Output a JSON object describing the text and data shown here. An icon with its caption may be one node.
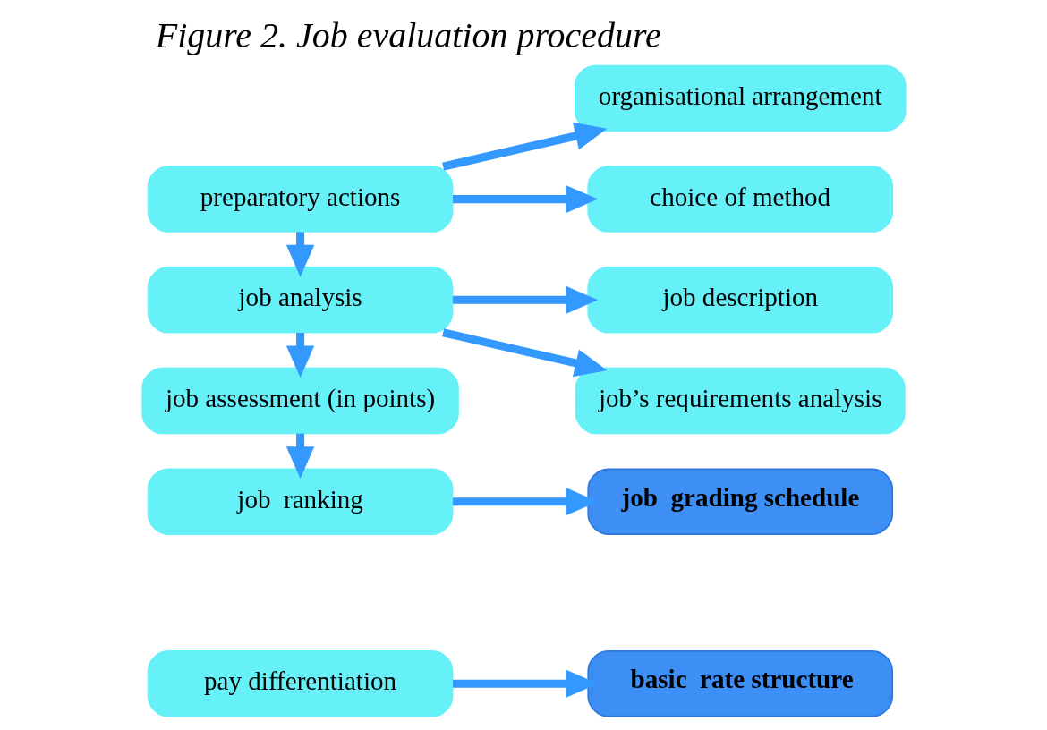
{
  "diagram": {
    "title": "Figure 2. Job evaluation procedure",
    "nodes": [
      {
        "text": [
          "preparatory actions"
        ]
      },
      {
        "text": [
          "organisational arrangement"
        ]
      },
      {
        "text": [
          "choice of method"
        ]
      },
      {
        "text": [
          "job analysis"
        ]
      },
      {
        "text": [
          "job description"
        ]
      },
      {
        "text": [
          "job’s requirements analysis"
        ]
      },
      {
        "text": [
          "job assessment (in points)"
        ]
      },
      {
        "text": [
          "job  ranking"
        ]
      },
      {
        "text": [
          "job  grading schedule"
        ]
      },
      {
        "text": [
          "pay differentiation"
        ]
      },
      {
        "text": [
          "basic  rate structure"
        ]
      }
    ],
    "edges": [
      {
        "from": 0,
        "to": 1,
        "arrow": "to"
      },
      {
        "from": 0,
        "to": 2,
        "arrow": "to"
      },
      {
        "from": 0,
        "to": 3,
        "arrow": "to"
      },
      {
        "from": 3,
        "to": 4,
        "arrow": "to"
      },
      {
        "from": 3,
        "to": 5,
        "arrow": "to"
      },
      {
        "from": 3,
        "to": 6,
        "arrow": "to"
      },
      {
        "from": 6,
        "to": 7,
        "arrow": "to"
      },
      {
        "from": 7,
        "to": 8,
        "arrow": "to"
      },
      {
        "from": 9,
        "to": 10,
        "arrow": "to"
      }
    ]
  }
}
